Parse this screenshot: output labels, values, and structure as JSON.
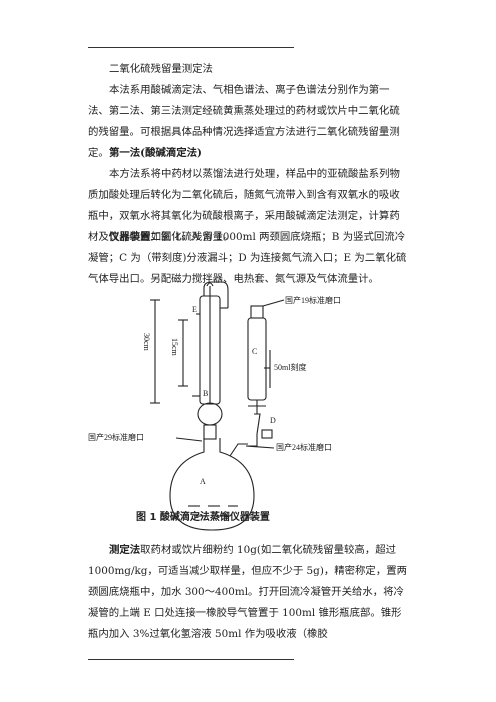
{
  "page": {
    "title": "二氧化硫残留量测定法",
    "intro": "本法系用酸碱滴定法、气相色谱法、离子色谱法分别作为第一法、第二法、第三法测定经硫黄熏蒸处理过的药材或饮片中二氧化硫的残留量。可根据具体品种情况选择适宜方法进行二氧化硫残留量测定。",
    "section_heading": "第一法(酸碱滴定法)",
    "section_body": "本方法系将中药材以蒸馏法进行处理，样品中的亚硫酸盐系列物质加酸处理后转化为二氧化硫后，随氮气流带入到含有双氧水的吸收瓶中，双氧水将其氧化为硫酸根离子，采用酸碱滴定法测定，计算药材及饮片中的二氧化硫残留量。",
    "apparatus_label": "仪器装置",
    "apparatus_text": "如图 1。A 为 1000ml 两颈圆底烧瓶；B 为竖式回流冷凝管；C 为（带刻度)分液漏斗；D 为连接氮气流入口；E 为二氧化硫气体导出口。另配磁力搅拌器、电热套、氮气源及气体流量计。",
    "procedure_label": "测定法",
    "procedure_text": "取药材或饮片细粉约 10g(如二氧化硫残留量较高，超过 1000mg/kg，可适当减少取样量，但应不少于 5g)，精密称定，置两颈圆底烧瓶中，加水 300～400ml。打开回流冷凝管开关给水，将冷凝管的上端 E 口处连接一橡胶导气管置于 100ml 锥形瓶底部。锥形瓶内加入 3%过氧化氢溶液 50ml 作为吸收液（橡胶"
  },
  "figure": {
    "caption": "图 1    酸碱滴定法蒸馏仪器装置",
    "labels": {
      "A": "A",
      "B": "B",
      "C": "C",
      "D": "D",
      "E": "E",
      "height_30": "30cm",
      "height_15": "15cm",
      "joint_19": "国产19标准磨口",
      "scale_50": "50ml刻度",
      "joint_29": "国产29标准磨口",
      "joint_24": "国产24标准磨口"
    }
  }
}
